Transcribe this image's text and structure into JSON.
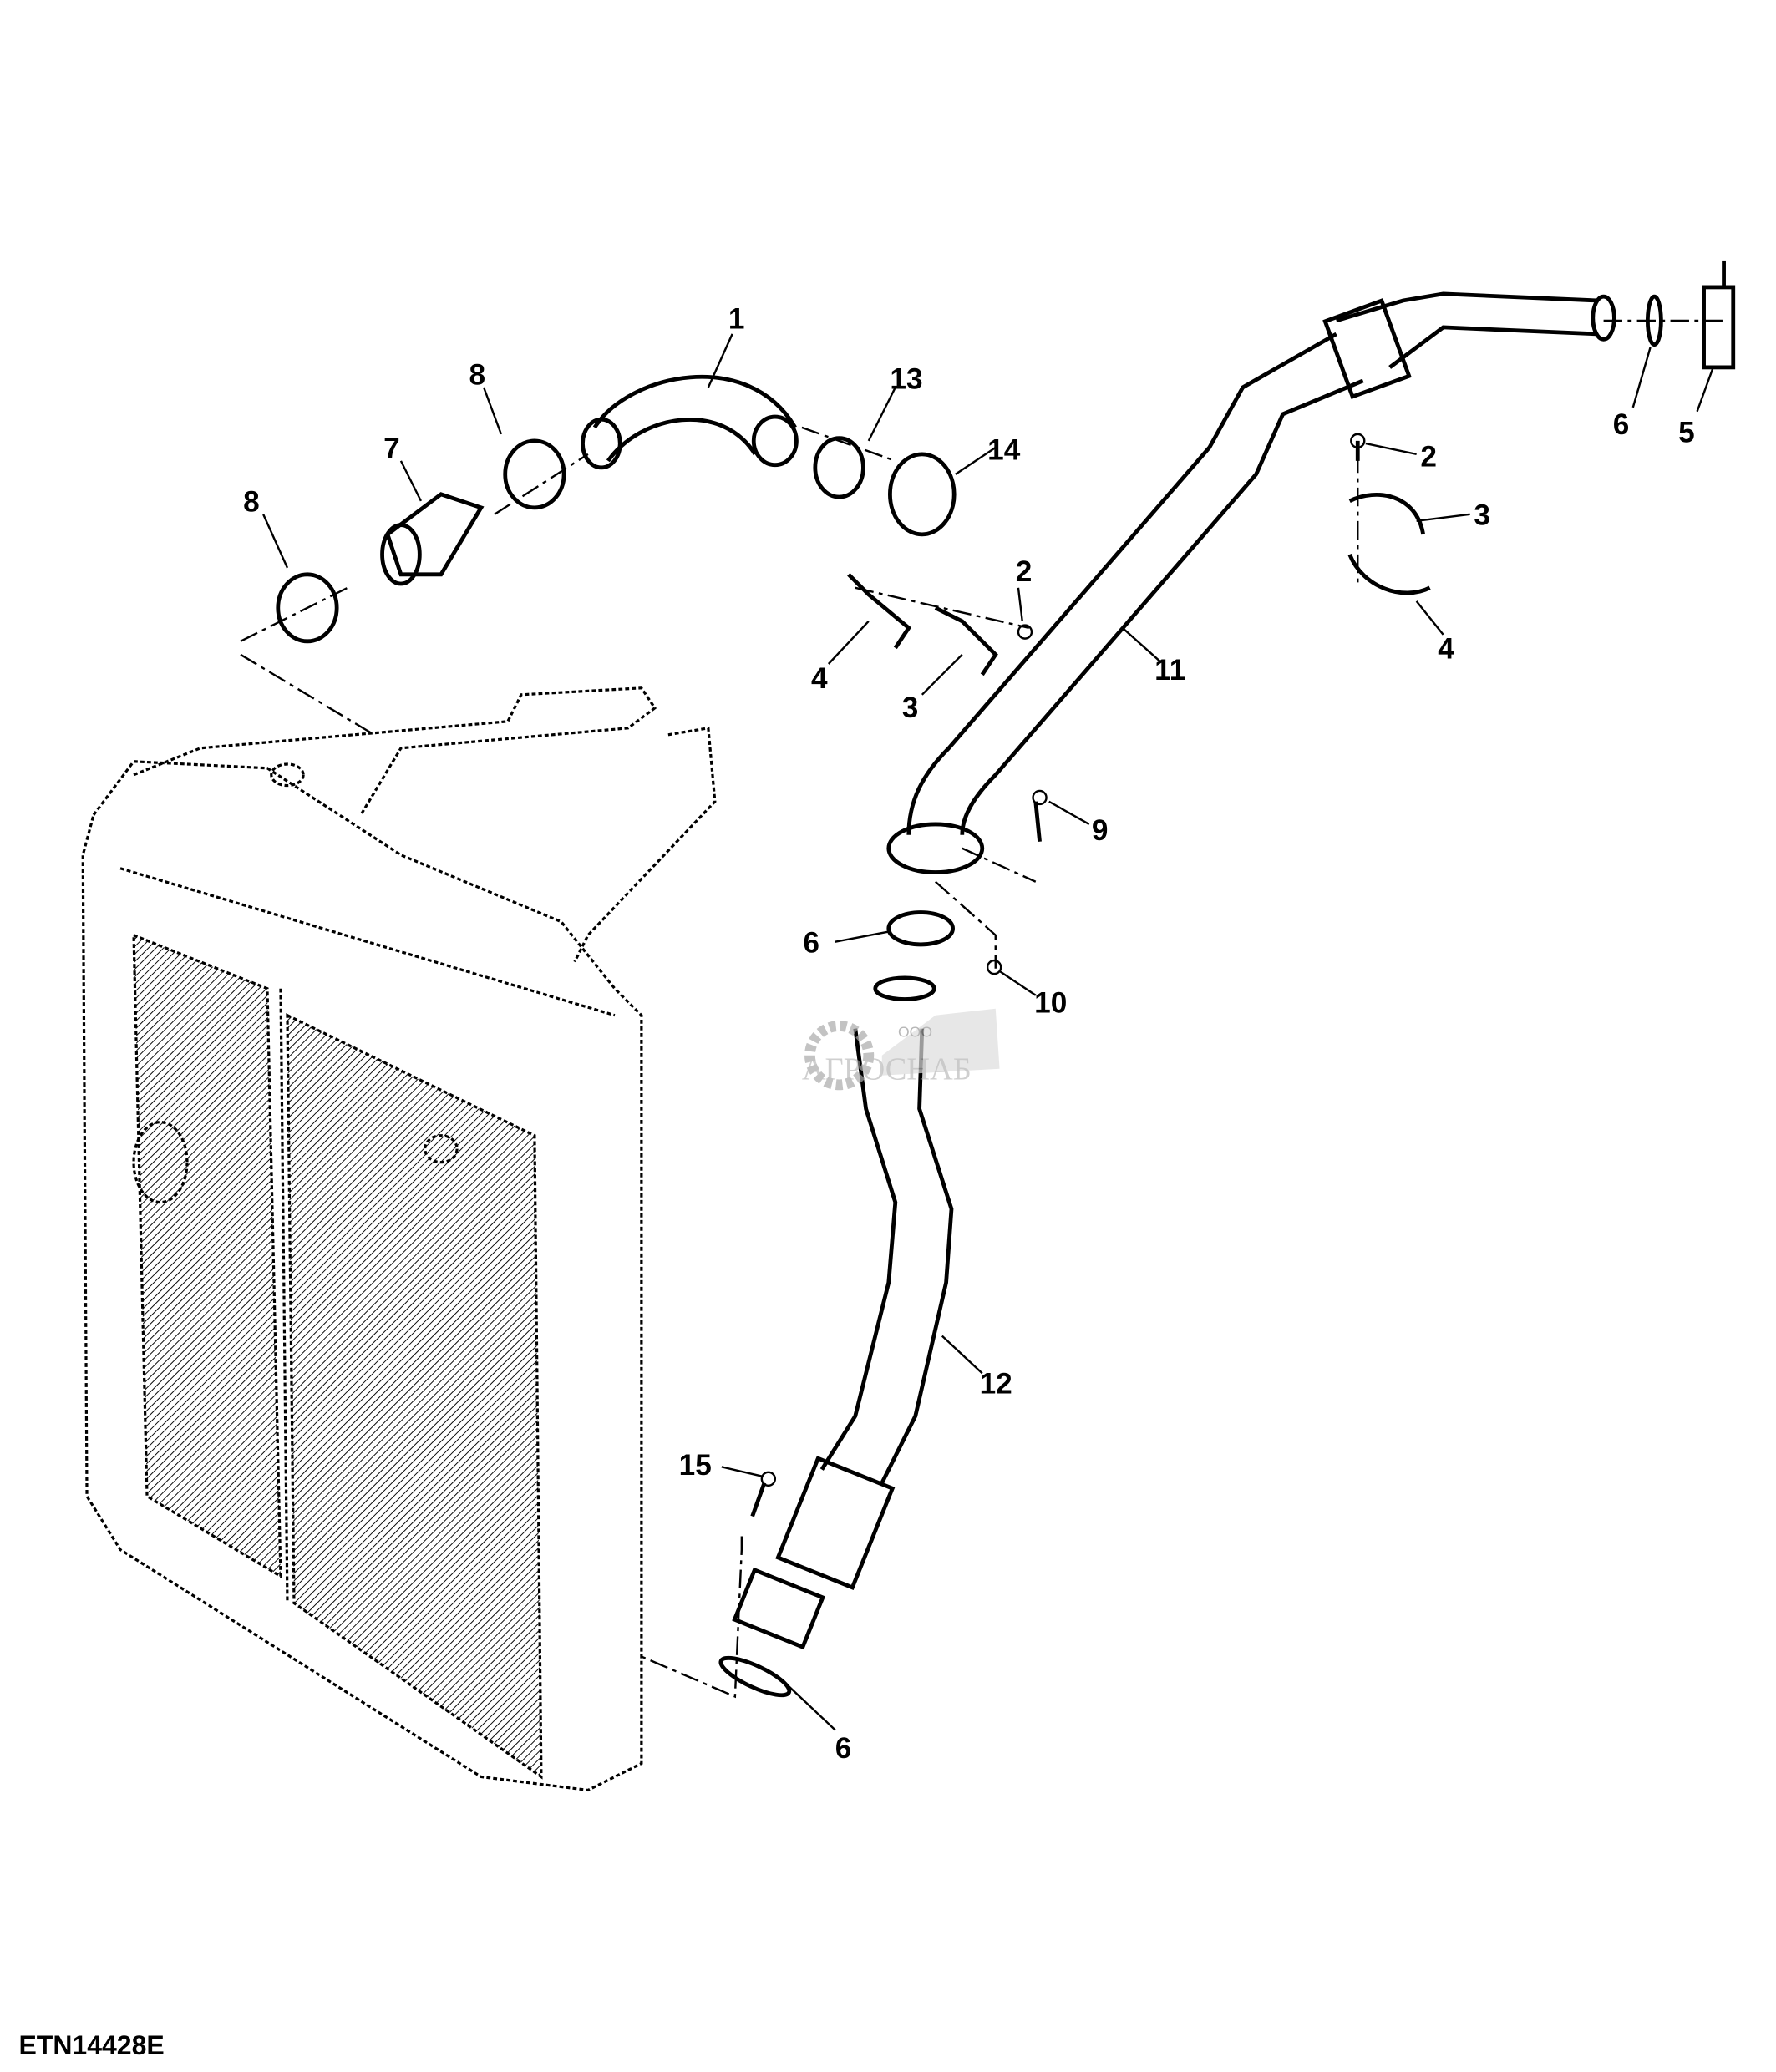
{
  "figure_code": "ETN14428E",
  "callouts": [
    "1",
    "2",
    "2",
    "3",
    "3",
    "4",
    "4",
    "5",
    "6",
    "6",
    "6",
    "7",
    "8",
    "8",
    "9",
    "10",
    "11",
    "12",
    "13",
    "14",
    "15"
  ],
  "watermark": {
    "prefix": "ООО",
    "name": "АГРОСНАБ"
  }
}
